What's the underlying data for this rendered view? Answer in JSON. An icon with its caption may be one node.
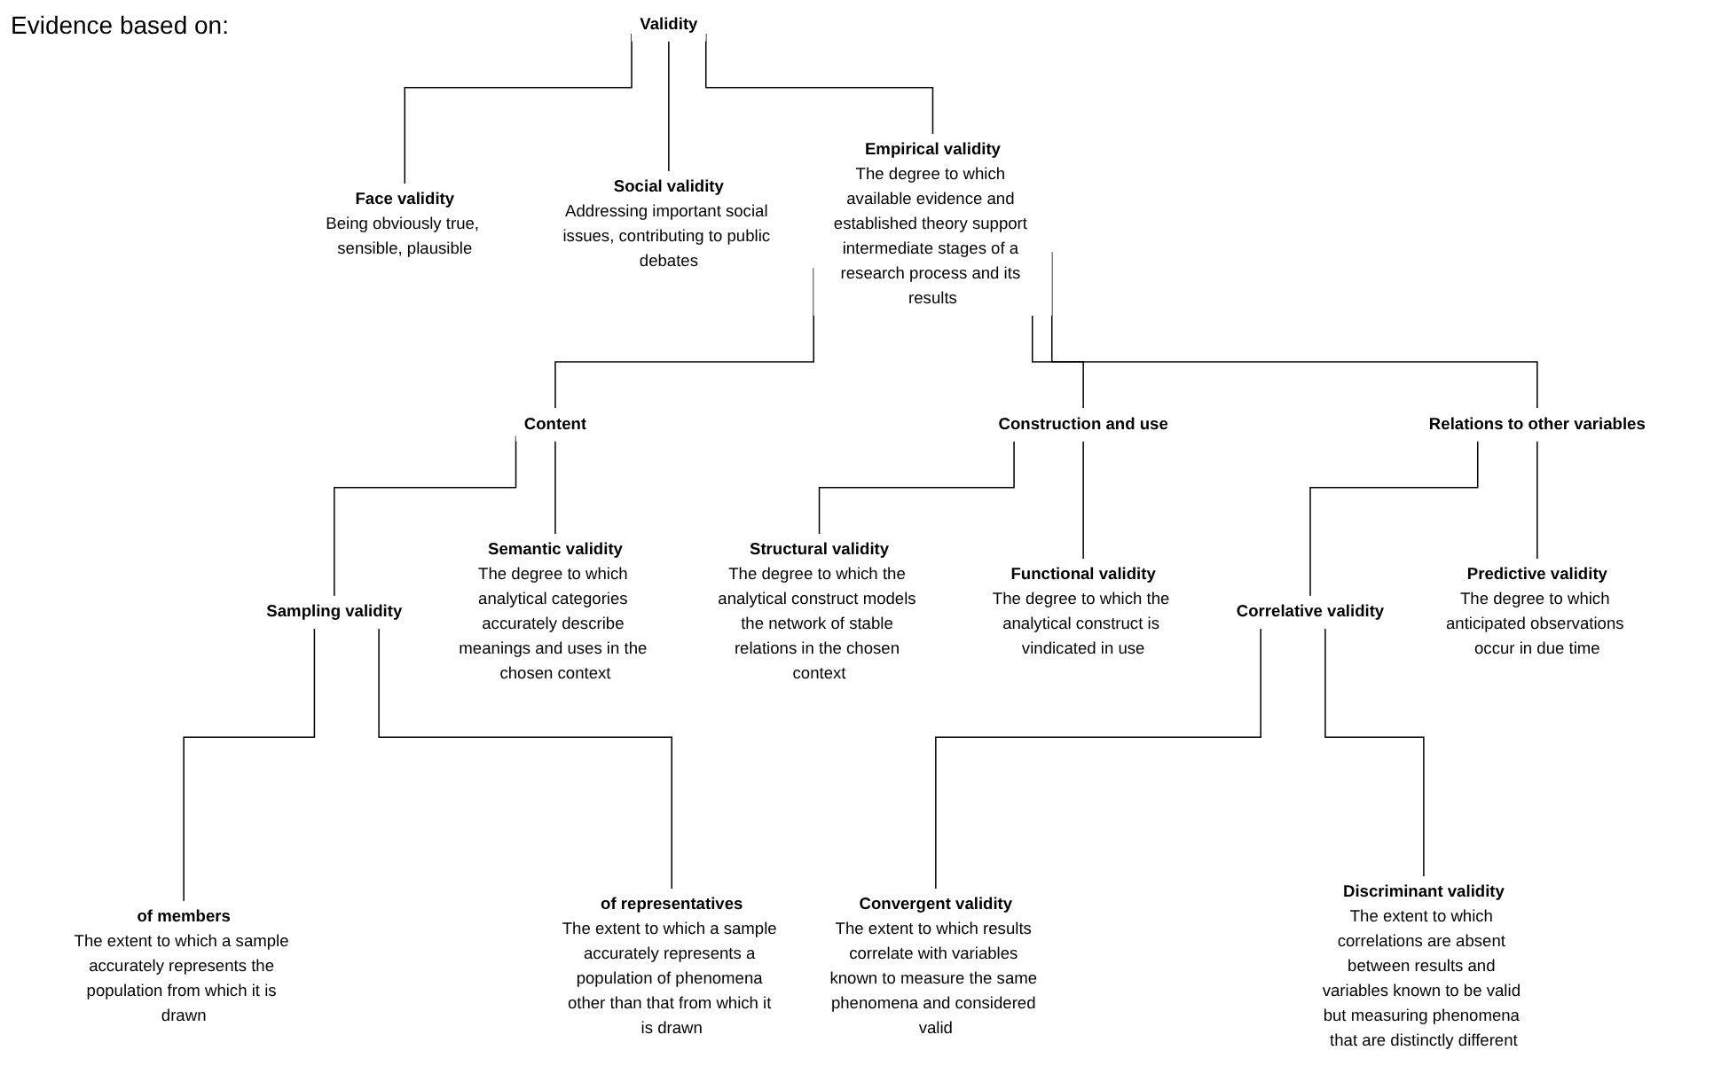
{
  "diagram": {
    "nodes": [
      {
        "text": [
          "Validity"
        ]
      },
      {
        "text": [
          "Face validity",
          "Being obviously true, sensible, plausible"
        ]
      },
      {
        "text": [
          "Social validity",
          "Addressing important social issues, contributing to public debates"
        ]
      },
      {
        "text": [
          "Empirical validity",
          "The degree to which available evidence and established theory support intermediate stages of a research process and its results"
        ]
      },
      {
        "text": [
          "Content"
        ]
      },
      {
        "text": [
          "Construction and use"
        ]
      },
      {
        "text": [
          "Relations to other variables"
        ]
      },
      {
        "text": [
          "Sampling validity"
        ]
      },
      {
        "text": [
          "Semantic validity",
          "The degree to which analytical categories accurately describe meanings and uses in the chosen context"
        ]
      },
      {
        "text": [
          "Structural validity",
          "The degree to which the analytical construct models the network of stable relations in the chosen context"
        ]
      },
      {
        "text": [
          "Functional validity",
          "The degree to which the analytical construct is vindicated in use"
        ]
      },
      {
        "text": [
          "Correlative validity"
        ]
      },
      {
        "text": [
          "Predictive validity",
          "The degree to which anticipated observations occur in due time"
        ]
      },
      {
        "text": [
          "of members",
          "The extent to which a sample accurately represents the population from which it is drawn"
        ]
      },
      {
        "text": [
          "of representatives",
          "The extent to which a sample accurately represents a population of phenomena other than that from which it is drawn"
        ]
      },
      {
        "text": [
          "Convergent validity",
          "The extent to which results correlate with variables known to measure the same phenomena and considered valid"
        ]
      },
      {
        "text": [
          "Discriminant validity",
          "The extent to which correlations are absent between results and variables known to be valid but measuring phenomena that are distinctly different"
        ]
      }
    ],
    "edges": [
      {
        "from": 0,
        "to": 1,
        "arrow": "none"
      },
      {
        "from": 0,
        "to": 2,
        "arrow": "none"
      },
      {
        "from": 0,
        "to": 3,
        "arrow": "none"
      },
      {
        "from": 3,
        "to": 4,
        "arrow": "none"
      },
      {
        "from": 3,
        "to": 5,
        "arrow": "none"
      },
      {
        "from": 3,
        "to": 6,
        "arrow": "none"
      },
      {
        "from": 4,
        "to": 7,
        "arrow": "none"
      },
      {
        "from": 4,
        "to": 8,
        "arrow": "none"
      },
      {
        "from": 5,
        "to": 9,
        "arrow": "none"
      },
      {
        "from": 5,
        "to": 10,
        "arrow": "none"
      },
      {
        "from": 6,
        "to": 11,
        "arrow": "none"
      },
      {
        "from": 6,
        "to": 12,
        "arrow": "none"
      },
      {
        "from": 7,
        "to": 13,
        "arrow": "none"
      },
      {
        "from": 7,
        "to": 14,
        "arrow": "none"
      },
      {
        "from": 11,
        "to": 15,
        "arrow": "none"
      },
      {
        "from": 11,
        "to": 16,
        "arrow": "none"
      }
    ],
    "labels": [
      "Evidence based on:"
    ]
  }
}
